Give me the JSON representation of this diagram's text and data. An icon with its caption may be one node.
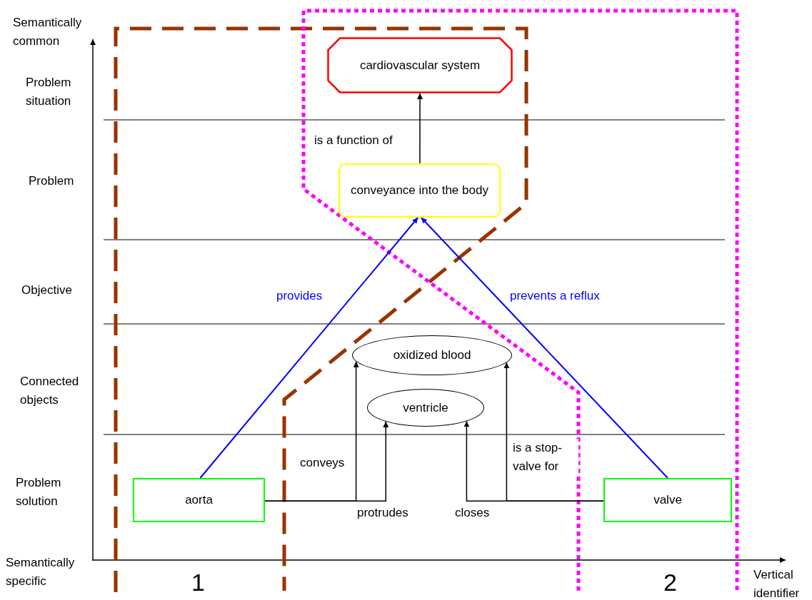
{
  "diagram": {
    "nodes": [
      {
        "text": [
          "cardiovascular system"
        ]
      },
      {
        "text": [
          "conveyance into the body"
        ]
      },
      {
        "text": [
          "oxidized blood"
        ]
      },
      {
        "text": [
          "ventricle"
        ]
      },
      {
        "text": [
          "aorta"
        ]
      },
      {
        "text": [
          "valve"
        ]
      }
    ],
    "edges": [
      {
        "from": 1,
        "to": 0,
        "arrow": "to",
        "label": "is a function of"
      },
      {
        "from": 4,
        "to": 1,
        "arrow": "to",
        "label": "provides",
        "color": "#0000ff"
      },
      {
        "from": 5,
        "to": 1,
        "arrow": "to",
        "label": "prevents a reflux",
        "color": "#0000ff"
      },
      {
        "from": 4,
        "to": 2,
        "arrow": "to",
        "label": "conveys"
      },
      {
        "from": 4,
        "to": 3,
        "arrow": "to",
        "label": "protrudes"
      },
      {
        "from": 5,
        "to": 3,
        "arrow": "to",
        "label": "closes"
      },
      {
        "from": 5,
        "to": 2,
        "arrow": "to",
        "label": "is a stop-valve for"
      }
    ],
    "labels": [
      "Semantically common",
      "Problem situation",
      "Problem",
      "Objective",
      "Connected objects",
      "Problem solution",
      "Semantically specific",
      "1",
      "2",
      "Vertical identifier"
    ]
  }
}
